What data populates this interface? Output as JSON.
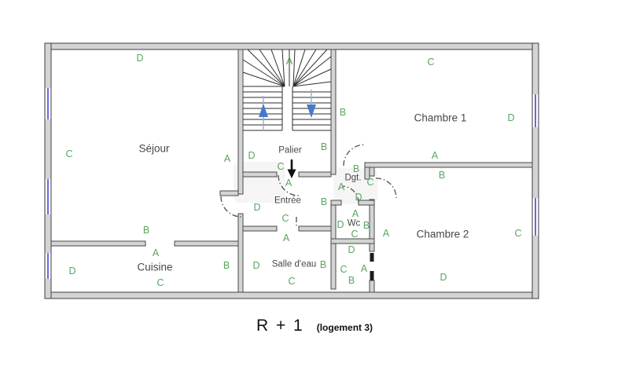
{
  "title_block": {
    "level": "R + 1",
    "note": "(logement 3)"
  },
  "colors": {
    "wall_fill": "#d4d4d4",
    "wall_stroke": "#4a4a4a",
    "window_blue": "#5b5bd6",
    "wall_label_green": "#57a65f",
    "room_text": "#474747",
    "stair_arrow_blue": "#4679cb",
    "direction_arrow_black": "#111111"
  },
  "rooms": {
    "sejour": {
      "name": "Séjour",
      "letters": {
        "top": "D",
        "left": "C",
        "right": "A",
        "bottom": "B"
      }
    },
    "cuisine": {
      "name": "Cuisine",
      "letters": {
        "top": "A",
        "left": "D",
        "right": "B",
        "bottom": "C"
      }
    },
    "palier": {
      "name": "Palier",
      "letters": {
        "top": "A",
        "left": "D",
        "right": "B",
        "bottom": "C"
      }
    },
    "entree": {
      "name": "Entrée",
      "letters": {
        "top": "A",
        "left": "D",
        "right": "B",
        "bottom": "C"
      }
    },
    "salle_eau": {
      "name": "Salle d'eau",
      "letters": {
        "top": "A",
        "left": "D",
        "right": "B",
        "bottom": "C"
      }
    },
    "wc": {
      "name": "Wc",
      "letters": {
        "top": "A",
        "left": "D",
        "right": "B",
        "bottom": "C"
      }
    },
    "dgt": {
      "name": "Dgt.",
      "letters": {
        "top": "B",
        "left": "A",
        "right": "C",
        "bottom": "D"
      }
    },
    "rangement": {
      "letters": {
        "top": "D",
        "left": "C",
        "right": "A",
        "bottom": "B"
      }
    },
    "chambre1": {
      "name": "Chambre 1",
      "letters": {
        "top": "C",
        "left": "B",
        "right": "D",
        "bottom": "A"
      }
    },
    "chambre2": {
      "name": "Chambre 2",
      "letters": {
        "top": "B",
        "left": "A",
        "right": "C",
        "bottom": "D"
      }
    }
  }
}
